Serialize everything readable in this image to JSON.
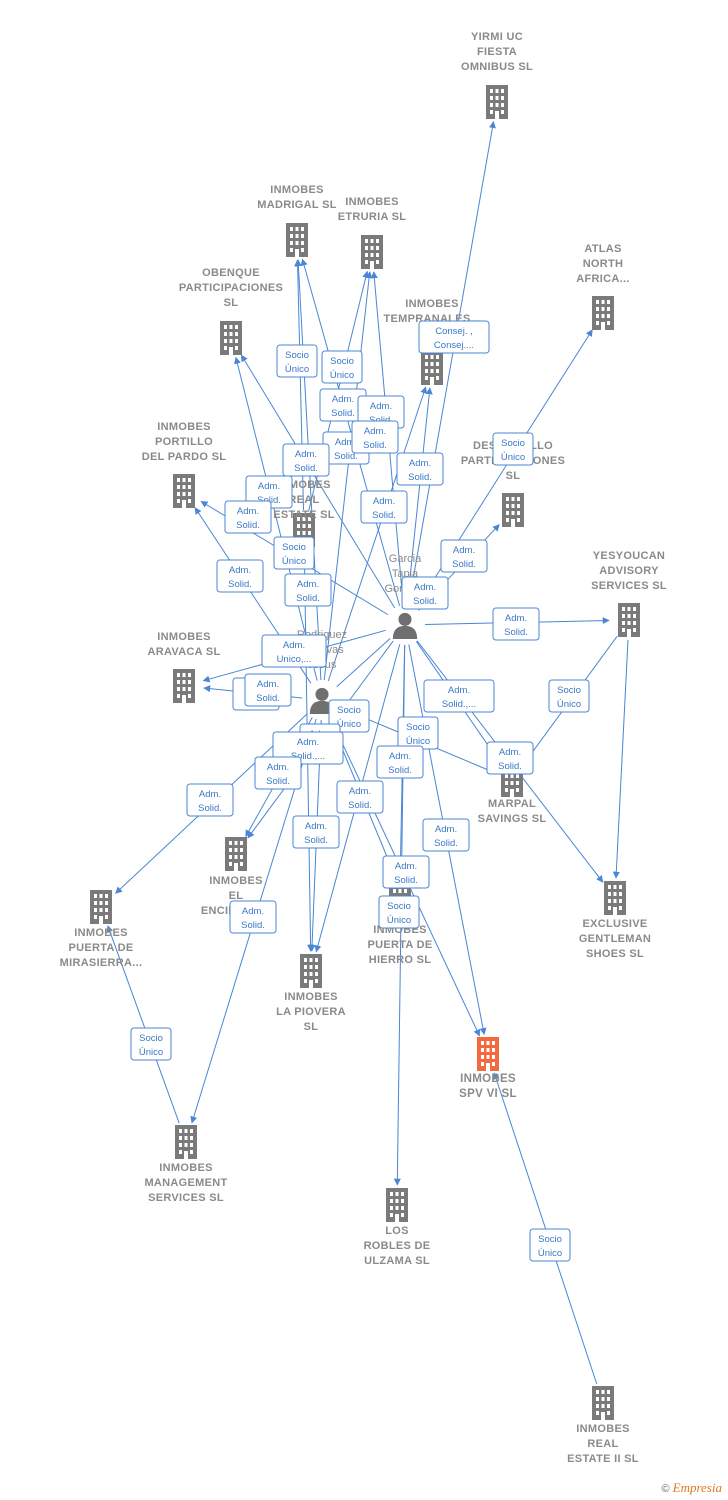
{
  "colors": {
    "edge": "#4a86d4",
    "building": "#7a7a7a",
    "main_building": "#f26a3d",
    "label": "#8a8a8a"
  },
  "footer": {
    "copyright": "©",
    "brand": "Empresia"
  },
  "nodes": [
    {
      "id": "yirmi",
      "kind": "company",
      "lines": [
        "YIRMI UC",
        "FIESTA",
        "OMNIBUS  SL"
      ]
    },
    {
      "id": "madrigal",
      "kind": "company",
      "lines": [
        "INMOBES",
        "MADRIGAL  SL"
      ]
    },
    {
      "id": "etruria",
      "kind": "company",
      "lines": [
        "INMOBES",
        "ETRURIA  SL"
      ]
    },
    {
      "id": "atlas",
      "kind": "company",
      "lines": [
        "ATLAS",
        "NORTH",
        "AFRICA..."
      ]
    },
    {
      "id": "obenque",
      "kind": "company",
      "lines": [
        "OBENQUE",
        "PARTICIPACIONES",
        "SL"
      ]
    },
    {
      "id": "temprano",
      "kind": "company",
      "lines": [
        "INMOBES",
        "TEMPRANALES..."
      ]
    },
    {
      "id": "portillo",
      "kind": "company",
      "lines": [
        "INMOBES",
        "PORTILLO",
        "DEL PARDO  SL"
      ]
    },
    {
      "id": "realestate",
      "kind": "company",
      "lines": [
        "INMOBES",
        "REAL",
        "ESTATE  SL"
      ]
    },
    {
      "id": "desarrollo",
      "kind": "company",
      "lines": [
        "DESARROLLO",
        "PARTICIPACIONES",
        "SL"
      ]
    },
    {
      "id": "yesyoucan",
      "kind": "company",
      "lines": [
        "YESYOUCAN",
        "ADVISORY",
        "SERVICES SL"
      ]
    },
    {
      "id": "aravaca",
      "kind": "company",
      "lines": [
        "INMOBES",
        "ARAVACA  SL"
      ]
    },
    {
      "id": "marpal",
      "kind": "company",
      "lines": [
        "MARPAL",
        "SAVINGS  SL"
      ]
    },
    {
      "id": "encinar",
      "kind": "company",
      "lines": [
        "INMOBES",
        "EL",
        "ENCINAR  SL"
      ]
    },
    {
      "id": "exclusive",
      "kind": "company",
      "lines": [
        "EXCLUSIVE",
        "GENTLEMAN",
        "SHOES  SL"
      ]
    },
    {
      "id": "mirasierra",
      "kind": "company",
      "lines": [
        "INMOBES",
        "PUERTA DE",
        "MIRASIERRA..."
      ]
    },
    {
      "id": "hierro",
      "kind": "company",
      "lines": [
        "INMOBES",
        "PUERTA DE",
        "HIERRO  SL"
      ]
    },
    {
      "id": "piovera",
      "kind": "company",
      "lines": [
        "INMOBES",
        "LA PIOVERA",
        "SL"
      ]
    },
    {
      "id": "spv",
      "kind": "main",
      "lines": [
        "INMOBES",
        "SPV VI  SL"
      ]
    },
    {
      "id": "management",
      "kind": "company",
      "lines": [
        "INMOBES",
        "MANAGEMENT",
        "SERVICES  SL"
      ]
    },
    {
      "id": "robles",
      "kind": "company",
      "lines": [
        "LOS",
        "ROBLES DE",
        "ULZAMA  SL"
      ]
    },
    {
      "id": "realestate2",
      "kind": "company",
      "lines": [
        "INMOBES",
        "REAL",
        "ESTATE II  SL"
      ]
    },
    {
      "id": "garcia",
      "kind": "person",
      "lines": [
        "Garcia",
        "Tapia",
        "Gonzalo"
      ]
    },
    {
      "id": "rodriguez",
      "kind": "person",
      "lines": [
        "Rodriguez",
        "Canovas",
        "Jesus"
      ]
    }
  ],
  "edge_labels": [
    {
      "id": "l1",
      "lines": [
        "Consej. ,",
        "Consej...."
      ]
    },
    {
      "id": "l2",
      "lines": [
        "Socio",
        "Único"
      ]
    },
    {
      "id": "l3",
      "lines": [
        "Socio",
        "Único"
      ]
    },
    {
      "id": "l4",
      "lines": [
        "Adm.",
        "Solid."
      ]
    },
    {
      "id": "l5",
      "lines": [
        "Adm.",
        "Solid."
      ]
    },
    {
      "id": "l6",
      "lines": [
        "Socio",
        "Único"
      ]
    },
    {
      "id": "l7",
      "lines": [
        "Adm.",
        "Solid."
      ]
    },
    {
      "id": "l8",
      "lines": [
        "Adm.",
        "Solid."
      ]
    },
    {
      "id": "l9",
      "lines": [
        "Adm.",
        "Solid."
      ]
    },
    {
      "id": "l10",
      "lines": [
        "Adm.",
        "Solid."
      ]
    },
    {
      "id": "l11",
      "lines": [
        "Adm.",
        "Solid."
      ]
    },
    {
      "id": "l12",
      "lines": [
        "Adm.",
        "Solid."
      ]
    },
    {
      "id": "l13",
      "lines": [
        "Adm.",
        "Solid."
      ]
    },
    {
      "id": "l14",
      "lines": [
        "Socio",
        "Único"
      ]
    },
    {
      "id": "l15",
      "lines": [
        "Adm.",
        "Solid."
      ]
    },
    {
      "id": "l16",
      "lines": [
        "Adm.",
        "Solid."
      ]
    },
    {
      "id": "l17",
      "lines": [
        "Adm.",
        "Solid."
      ]
    },
    {
      "id": "l18",
      "lines": [
        "Adm.",
        "Solid."
      ]
    },
    {
      "id": "l19",
      "lines": [
        "Adm.",
        "Solid."
      ]
    },
    {
      "id": "l20",
      "lines": [
        "Adm.",
        "Unico,..."
      ]
    },
    {
      "id": "l21",
      "lines": [
        "Adm.",
        "Solid."
      ]
    },
    {
      "id": "l22",
      "lines": [
        "Adm.",
        "Solid."
      ]
    },
    {
      "id": "l23",
      "lines": [
        "Socio",
        "Único"
      ]
    },
    {
      "id": "l24",
      "lines": [
        "Adm.",
        "Solid.,..."
      ]
    },
    {
      "id": "l25",
      "lines": [
        "Socio",
        "Único"
      ]
    },
    {
      "id": "l26",
      "lines": [
        "Adm.",
        "Unico"
      ]
    },
    {
      "id": "l27",
      "lines": [
        "Socio",
        "Único"
      ]
    },
    {
      "id": "l28",
      "lines": [
        "Adm.",
        "Solid."
      ]
    },
    {
      "id": "l29",
      "lines": [
        "Adm.",
        "Solid.,..."
      ]
    },
    {
      "id": "l30",
      "lines": [
        "Adm.",
        "Solid."
      ]
    },
    {
      "id": "l31",
      "lines": [
        "Adm.",
        "Solid."
      ]
    },
    {
      "id": "l32",
      "lines": [
        "Adm.",
        "Solid."
      ]
    },
    {
      "id": "l33",
      "lines": [
        "Adm.",
        "Solid."
      ]
    },
    {
      "id": "l34",
      "lines": [
        "Adm.",
        "Solid."
      ]
    },
    {
      "id": "l35",
      "lines": [
        "Adm.",
        "Solid."
      ]
    },
    {
      "id": "l36",
      "lines": [
        "Adm.",
        "Solid."
      ]
    },
    {
      "id": "l37",
      "lines": [
        "Adm.",
        "Solid."
      ]
    },
    {
      "id": "l38",
      "lines": [
        "Socio",
        "Único"
      ]
    },
    {
      "id": "l39",
      "lines": [
        "Socio",
        "Único"
      ]
    },
    {
      "id": "l40",
      "lines": [
        "Socio",
        "Único"
      ]
    }
  ]
}
